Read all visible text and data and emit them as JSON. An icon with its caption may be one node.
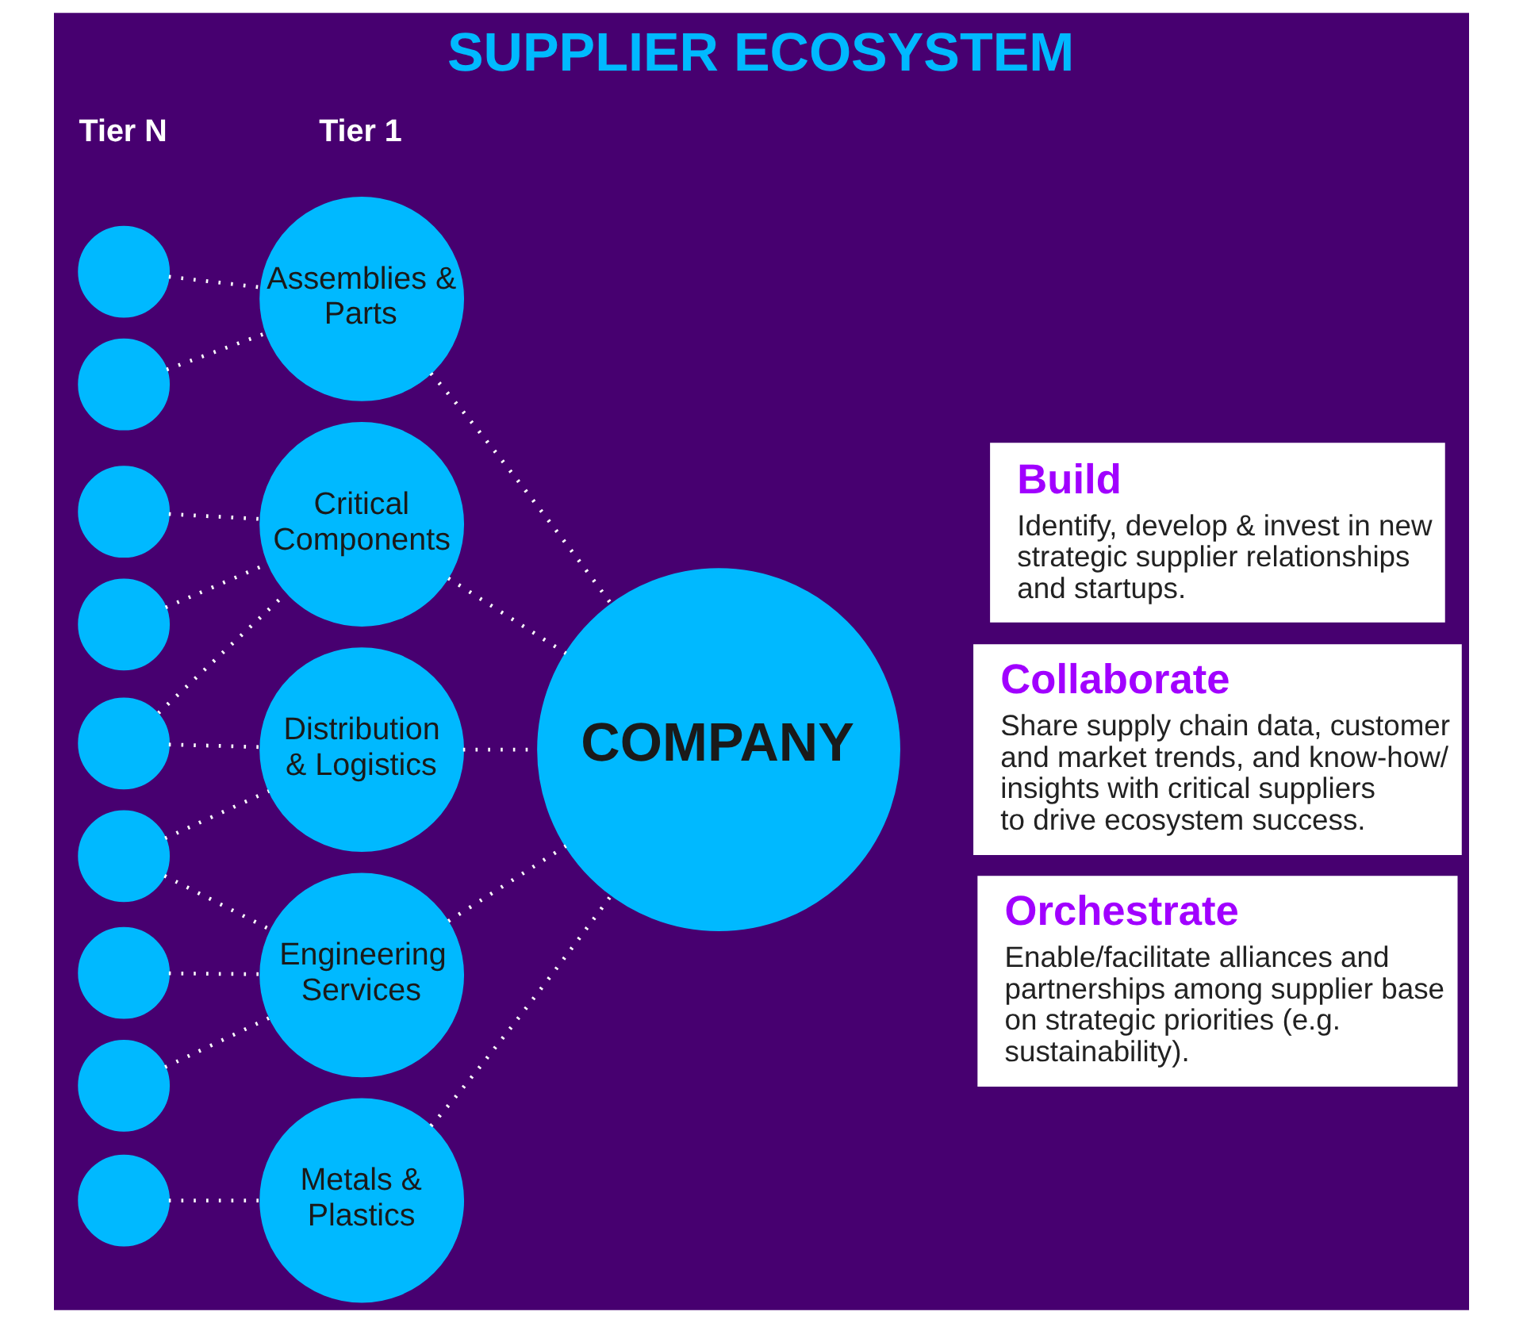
{
  "diagram": {
    "title": "SUPPLIER ECOSYSTEM",
    "nodes": [
      {
        "text": [],
        "shape": "circle"
      },
      {
        "text": [],
        "shape": "circle"
      },
      {
        "text": [
          "Assemblies & Parts"
        ]
      },
      {
        "text": [],
        "shape": "circle"
      },
      {
        "text": [
          "Critical Components"
        ]
      },
      {
        "text": [],
        "shape": "circle"
      },
      {
        "text": [],
        "shape": "circle"
      },
      {
        "text": [
          "Distribution & Logistics"
        ]
      },
      {
        "text": [
          "COMPANY"
        ]
      },
      {
        "text": [],
        "shape": "circle"
      },
      {
        "text": [
          "Engineering Services"
        ]
      },
      {
        "text": [],
        "shape": "circle"
      },
      {
        "text": [
          "Metals & Plastics"
        ]
      },
      {
        "text": [],
        "shape": "circle"
      },
      {
        "text": [],
        "shape": "circle"
      },
      {
        "text": [
          "Build",
          "Identify, develop & invest in new strategic supplier relationships and startups."
        ]
      },
      {
        "text": [
          "Collaborate",
          "Share supply chain data, customer and market trends, and know-how/ insights with critical suppliers to drive ecosystem success."
        ]
      },
      {
        "text": [
          "Orchestrate",
          "Enable/facilitate alliances and partnerships among supplier base on strategic priorities (e.g. sustainability)."
        ]
      }
    ],
    "edges": [
      {
        "from": 0,
        "to": 2,
        "arrow": "none"
      },
      {
        "from": 1,
        "to": 2,
        "arrow": "none"
      },
      {
        "from": 3,
        "to": 4,
        "arrow": "none"
      },
      {
        "from": 5,
        "to": 4,
        "arrow": "none"
      },
      {
        "from": 6,
        "to": 4,
        "arrow": "none"
      },
      {
        "from": 6,
        "to": 7,
        "arrow": "none"
      },
      {
        "from": 9,
        "to": 7,
        "arrow": "none"
      },
      {
        "from": 9,
        "to": 10,
        "arrow": "none"
      },
      {
        "from": 11,
        "to": 10,
        "arrow": "none"
      },
      {
        "from": 13,
        "to": 10,
        "arrow": "none"
      },
      {
        "from": 14,
        "to": 12,
        "arrow": "none"
      },
      {
        "from": 2,
        "to": 8,
        "arrow": "none"
      },
      {
        "from": 4,
        "to": 8,
        "arrow": "none"
      },
      {
        "from": 7,
        "to": 8,
        "arrow": "none"
      },
      {
        "from": 10,
        "to": 8,
        "arrow": "none"
      },
      {
        "from": 12,
        "to": 8,
        "arrow": "none"
      }
    ],
    "labels": [
      "Tier N",
      "Tier 1"
    ]
  }
}
